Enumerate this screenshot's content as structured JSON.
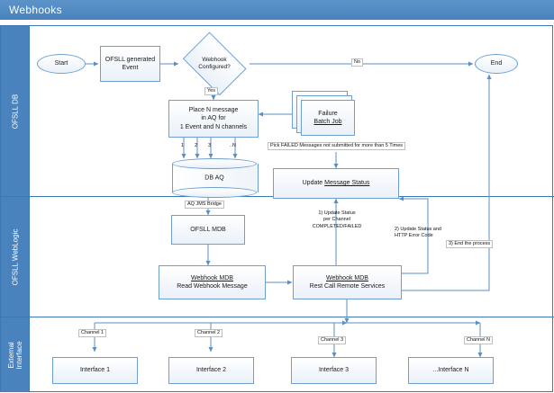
{
  "window": {
    "title": "Webhooks"
  },
  "lanes": [
    {
      "id": "lane-ofsll-db",
      "label": "OFSLL DB"
    },
    {
      "id": "lane-ofsll-weblogic",
      "label": "OFSLL WebLogic"
    },
    {
      "id": "lane-external-interface",
      "label": "External\nInterface"
    }
  ],
  "nodes": {
    "start": {
      "label": "Start"
    },
    "event": {
      "label": "OFSLL generated\nEvent"
    },
    "decision": {
      "label": "Webhook\nConfigured?"
    },
    "end": {
      "label": "End"
    },
    "place_msg": {
      "line1": "Place N message",
      "line2": "in AQ for",
      "line3": "1 Event and N channels"
    },
    "failure_batch": {
      "line1": "Failure",
      "line2": "Batch Job"
    },
    "db_aq": {
      "label": "DB AQ"
    },
    "update_status": {
      "prefix": "Update ",
      "emphasis": "Message Status"
    },
    "ofsll_mdb": {
      "label": "OFSLL MDB"
    },
    "webhook_mdb_read": {
      "line1": "Webhook MDB",
      "line2": "Read Webhook Message"
    },
    "webhook_mdb_rest": {
      "line1": "Webhook MDB",
      "line2": "Rest Call Remote Services"
    },
    "interface_1": {
      "label": "Interface 1"
    },
    "interface_2": {
      "label": "Interface 2"
    },
    "interface_3": {
      "label": "Interface 3"
    },
    "interface_n": {
      "label": "...Interface N"
    }
  },
  "edge_labels": {
    "yes": "Yes",
    "no": "No",
    "aq_jms_bridge": "AQ JMS Bridge",
    "pick_failed": "Pick FAILED Messages not submitted for more than 5 Times",
    "channel_1": "Channel 1",
    "channel_2": "Channel 2",
    "channel_3": "Channel 3",
    "channel_n": "Channel N",
    "tick_1": "1",
    "tick_2": "2",
    "tick_3": "3",
    "tick_n": "..N",
    "note_1": "1) Update Status\nper Channel\nCOMPLETED/FAILED",
    "note_2": "2) Update Status and\nHTTP Error Code",
    "note_3": "3) End the process"
  },
  "colors": {
    "title_bar": "#4a82bd",
    "lane_header": "#4a82bd",
    "node_border": "#6f9fd0",
    "connector": "#5b8fc4",
    "frame_border": "#3c78b4"
  }
}
